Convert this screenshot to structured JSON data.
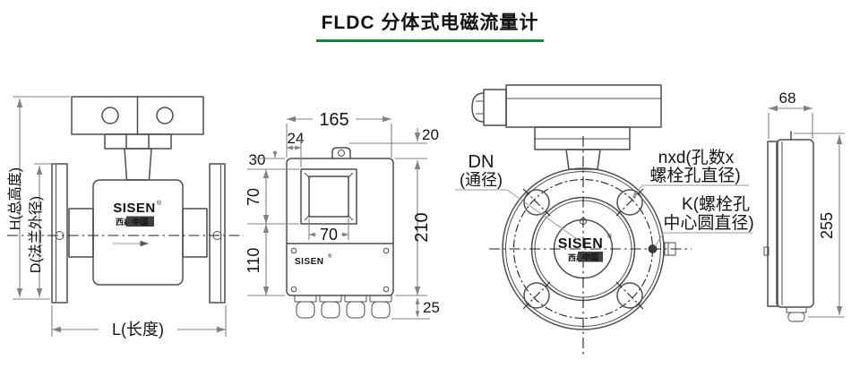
{
  "title": "FLDC 分体式电磁流量计",
  "colors": {
    "accent_underline": "#1e7e3e",
    "outline": "#4d4d4d",
    "dimension_line": "#828282",
    "text": "#141414"
  },
  "brand": {
    "name": "SISEN",
    "reg": "®",
    "cn_left": "西森",
    "cn_right": "中国"
  },
  "sensor_side_view": {
    "dim_total_height": "H(总高度)",
    "dim_flange_od": "D(法兰外径)",
    "dim_length": "L(长度)"
  },
  "converter_front_view": {
    "dim_width": "165",
    "dim_display_offset_x": "24",
    "dim_lug_height": "20",
    "dim_display_offset_y": "30",
    "dim_display_height": "70",
    "dim_display_width": "70",
    "dim_lower_height": "110",
    "dim_total_height": "210",
    "dim_gland_height": "25"
  },
  "sensor_front_view": {
    "label_dn_line1": "DN",
    "label_dn_line2": "(通径)",
    "label_nxd_line1": "nxd(孔数x",
    "label_nxd_line2": "螺栓孔直径)",
    "label_k_line1": "K(螺栓孔",
    "label_k_line2": "中心圆直径)"
  },
  "converter_side_view": {
    "dim_depth": "68",
    "dim_height": "255"
  }
}
